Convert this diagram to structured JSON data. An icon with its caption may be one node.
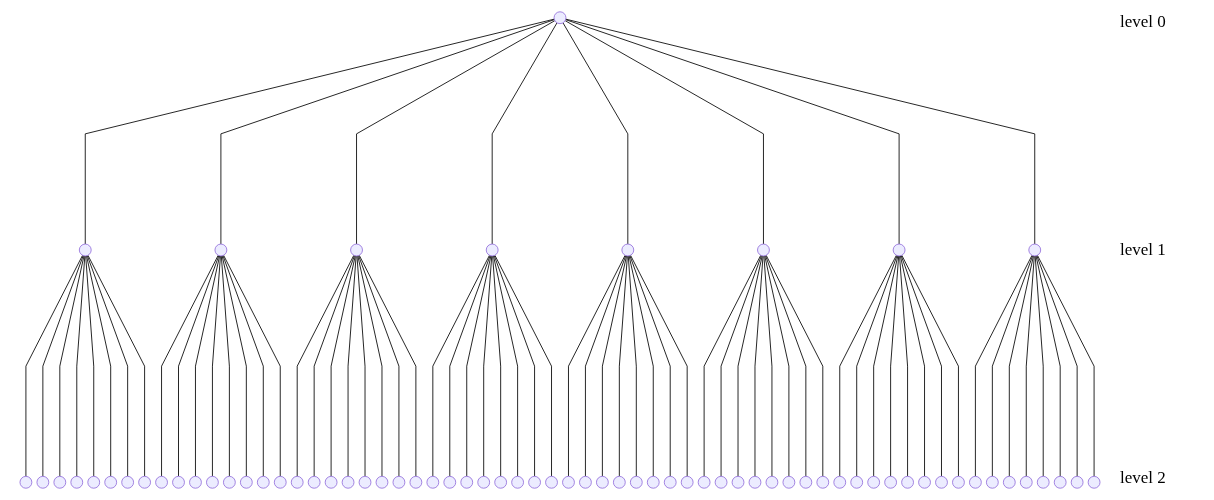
{
  "diagram": {
    "nodes": [
      {
        "text": [],
        "shape": "circle"
      },
      {
        "text": [],
        "shape": "circle"
      },
      {
        "text": [],
        "shape": "circle"
      },
      {
        "text": [],
        "shape": "circle"
      },
      {
        "text": [],
        "shape": "circle"
      },
      {
        "text": [],
        "shape": "circle"
      },
      {
        "text": [],
        "shape": "circle"
      },
      {
        "text": [],
        "shape": "circle"
      },
      {
        "text": [],
        "shape": "circle"
      },
      {
        "text": [],
        "shape": "circle"
      },
      {
        "text": [],
        "shape": "circle"
      },
      {
        "text": [],
        "shape": "circle"
      },
      {
        "text": [],
        "shape": "circle"
      },
      {
        "text": [],
        "shape": "circle"
      },
      {
        "text": [],
        "shape": "circle"
      },
      {
        "text": [],
        "shape": "circle"
      },
      {
        "text": [],
        "shape": "circle"
      },
      {
        "text": [],
        "shape": "circle"
      },
      {
        "text": [],
        "shape": "circle"
      },
      {
        "text": [],
        "shape": "circle"
      },
      {
        "text": [],
        "shape": "circle"
      },
      {
        "text": [],
        "shape": "circle"
      },
      {
        "text": [],
        "shape": "circle"
      },
      {
        "text": [],
        "shape": "circle"
      },
      {
        "text": [],
        "shape": "circle"
      },
      {
        "text": [],
        "shape": "circle"
      },
      {
        "text": [],
        "shape": "circle"
      },
      {
        "text": [],
        "shape": "circle"
      },
      {
        "text": [],
        "shape": "circle"
      },
      {
        "text": [],
        "shape": "circle"
      },
      {
        "text": [],
        "shape": "circle"
      },
      {
        "text": [],
        "shape": "circle"
      },
      {
        "text": [],
        "shape": "circle"
      },
      {
        "text": [],
        "shape": "circle"
      },
      {
        "text": [],
        "shape": "circle"
      },
      {
        "text": [],
        "shape": "circle"
      },
      {
        "text": [],
        "shape": "circle"
      },
      {
        "text": [],
        "shape": "circle"
      },
      {
        "text": [],
        "shape": "circle"
      },
      {
        "text": [],
        "shape": "circle"
      },
      {
        "text": [],
        "shape": "circle"
      },
      {
        "text": [],
        "shape": "circle"
      },
      {
        "text": [],
        "shape": "circle"
      },
      {
        "text": [],
        "shape": "circle"
      },
      {
        "text": [],
        "shape": "circle"
      },
      {
        "text": [],
        "shape": "circle"
      },
      {
        "text": [],
        "shape": "circle"
      },
      {
        "text": [],
        "shape": "circle"
      },
      {
        "text": [],
        "shape": "circle"
      },
      {
        "text": [],
        "shape": "circle"
      },
      {
        "text": [],
        "shape": "circle"
      },
      {
        "text": [],
        "shape": "circle"
      },
      {
        "text": [],
        "shape": "circle"
      },
      {
        "text": [],
        "shape": "circle"
      },
      {
        "text": [],
        "shape": "circle"
      },
      {
        "text": [],
        "shape": "circle"
      },
      {
        "text": [],
        "shape": "circle"
      },
      {
        "text": [],
        "shape": "circle"
      },
      {
        "text": [],
        "shape": "circle"
      },
      {
        "text": [],
        "shape": "circle"
      },
      {
        "text": [],
        "shape": "circle"
      },
      {
        "text": [],
        "shape": "circle"
      },
      {
        "text": [],
        "shape": "circle"
      },
      {
        "text": [],
        "shape": "circle"
      },
      {
        "text": [],
        "shape": "circle"
      },
      {
        "text": [],
        "shape": "circle"
      },
      {
        "text": [],
        "shape": "circle"
      },
      {
        "text": [],
        "shape": "circle"
      },
      {
        "text": [],
        "shape": "circle"
      },
      {
        "text": [],
        "shape": "circle"
      },
      {
        "text": [],
        "shape": "circle"
      },
      {
        "text": [],
        "shape": "circle"
      },
      {
        "text": [],
        "shape": "circle"
      }
    ],
    "edges": [
      {
        "from": 0,
        "to": 1,
        "arrow": "none"
      },
      {
        "from": 0,
        "to": 2,
        "arrow": "none"
      },
      {
        "from": 0,
        "to": 3,
        "arrow": "none"
      },
      {
        "from": 0,
        "to": 4,
        "arrow": "none"
      },
      {
        "from": 0,
        "to": 5,
        "arrow": "none"
      },
      {
        "from": 0,
        "to": 6,
        "arrow": "none"
      },
      {
        "from": 0,
        "to": 7,
        "arrow": "none"
      },
      {
        "from": 0,
        "to": 8,
        "arrow": "none"
      },
      {
        "from": 1,
        "to": 9,
        "arrow": "none"
      },
      {
        "from": 1,
        "to": 10,
        "arrow": "none"
      },
      {
        "from": 1,
        "to": 11,
        "arrow": "none"
      },
      {
        "from": 1,
        "to": 12,
        "arrow": "none"
      },
      {
        "from": 1,
        "to": 13,
        "arrow": "none"
      },
      {
        "from": 1,
        "to": 14,
        "arrow": "none"
      },
      {
        "from": 1,
        "to": 15,
        "arrow": "none"
      },
      {
        "from": 1,
        "to": 16,
        "arrow": "none"
      },
      {
        "from": 2,
        "to": 17,
        "arrow": "none"
      },
      {
        "from": 2,
        "to": 18,
        "arrow": "none"
      },
      {
        "from": 2,
        "to": 19,
        "arrow": "none"
      },
      {
        "from": 2,
        "to": 20,
        "arrow": "none"
      },
      {
        "from": 2,
        "to": 21,
        "arrow": "none"
      },
      {
        "from": 2,
        "to": 22,
        "arrow": "none"
      },
      {
        "from": 2,
        "to": 23,
        "arrow": "none"
      },
      {
        "from": 2,
        "to": 24,
        "arrow": "none"
      },
      {
        "from": 3,
        "to": 25,
        "arrow": "none"
      },
      {
        "from": 3,
        "to": 26,
        "arrow": "none"
      },
      {
        "from": 3,
        "to": 27,
        "arrow": "none"
      },
      {
        "from": 3,
        "to": 28,
        "arrow": "none"
      },
      {
        "from": 3,
        "to": 29,
        "arrow": "none"
      },
      {
        "from": 3,
        "to": 30,
        "arrow": "none"
      },
      {
        "from": 3,
        "to": 31,
        "arrow": "none"
      },
      {
        "from": 3,
        "to": 32,
        "arrow": "none"
      },
      {
        "from": 4,
        "to": 33,
        "arrow": "none"
      },
      {
        "from": 4,
        "to": 34,
        "arrow": "none"
      },
      {
        "from": 4,
        "to": 35,
        "arrow": "none"
      },
      {
        "from": 4,
        "to": 36,
        "arrow": "none"
      },
      {
        "from": 4,
        "to": 37,
        "arrow": "none"
      },
      {
        "from": 4,
        "to": 38,
        "arrow": "none"
      },
      {
        "from": 4,
        "to": 39,
        "arrow": "none"
      },
      {
        "from": 4,
        "to": 40,
        "arrow": "none"
      },
      {
        "from": 5,
        "to": 41,
        "arrow": "none"
      },
      {
        "from": 5,
        "to": 42,
        "arrow": "none"
      },
      {
        "from": 5,
        "to": 43,
        "arrow": "none"
      },
      {
        "from": 5,
        "to": 44,
        "arrow": "none"
      },
      {
        "from": 5,
        "to": 45,
        "arrow": "none"
      },
      {
        "from": 5,
        "to": 46,
        "arrow": "none"
      },
      {
        "from": 5,
        "to": 47,
        "arrow": "none"
      },
      {
        "from": 5,
        "to": 48,
        "arrow": "none"
      },
      {
        "from": 6,
        "to": 49,
        "arrow": "none"
      },
      {
        "from": 6,
        "to": 50,
        "arrow": "none"
      },
      {
        "from": 6,
        "to": 51,
        "arrow": "none"
      },
      {
        "from": 6,
        "to": 52,
        "arrow": "none"
      },
      {
        "from": 6,
        "to": 53,
        "arrow": "none"
      },
      {
        "from": 6,
        "to": 54,
        "arrow": "none"
      },
      {
        "from": 6,
        "to": 55,
        "arrow": "none"
      },
      {
        "from": 6,
        "to": 56,
        "arrow": "none"
      },
      {
        "from": 7,
        "to": 57,
        "arrow": "none"
      },
      {
        "from": 7,
        "to": 58,
        "arrow": "none"
      },
      {
        "from": 7,
        "to": 59,
        "arrow": "none"
      },
      {
        "from": 7,
        "to": 60,
        "arrow": "none"
      },
      {
        "from": 7,
        "to": 61,
        "arrow": "none"
      },
      {
        "from": 7,
        "to": 62,
        "arrow": "none"
      },
      {
        "from": 7,
        "to": 63,
        "arrow": "none"
      },
      {
        "from": 7,
        "to": 64,
        "arrow": "none"
      },
      {
        "from": 8,
        "to": 65,
        "arrow": "none"
      },
      {
        "from": 8,
        "to": 66,
        "arrow": "none"
      },
      {
        "from": 8,
        "to": 67,
        "arrow": "none"
      },
      {
        "from": 8,
        "to": 68,
        "arrow": "none"
      },
      {
        "from": 8,
        "to": 69,
        "arrow": "none"
      },
      {
        "from": 8,
        "to": 70,
        "arrow": "none"
      },
      {
        "from": 8,
        "to": 71,
        "arrow": "none"
      },
      {
        "from": 8,
        "to": 72,
        "arrow": "none"
      }
    ],
    "labels": [
      "level 0",
      "level 1",
      "level 2"
    ]
  }
}
